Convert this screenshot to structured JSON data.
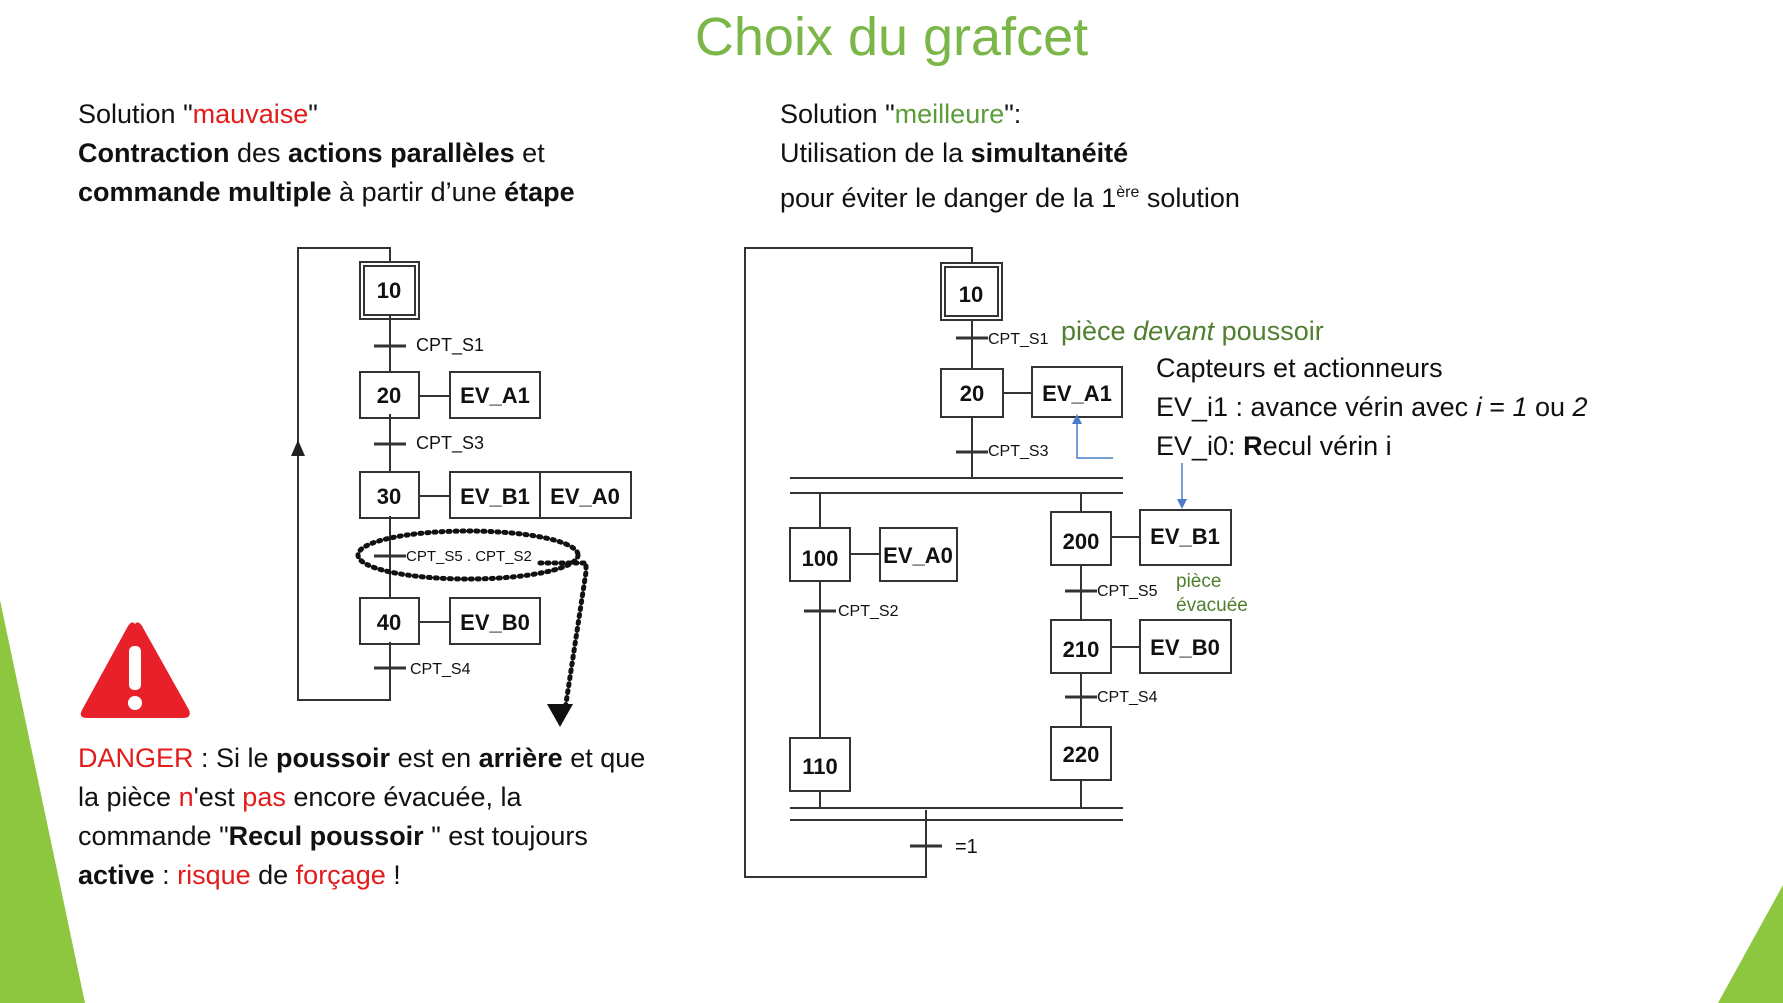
{
  "title": "Choix du grafcet",
  "left": {
    "line1_pre": "Solution \"",
    "line1_word": "mauvaise",
    "line1_post": "\"",
    "line2": [
      "Contraction",
      " des ",
      "actions parallèles",
      " et"
    ],
    "line3": [
      "commande multiple",
      " à partir d’une ",
      "étape"
    ]
  },
  "right": {
    "line1_pre": "Solution \"",
    "line1_word": "meilleure",
    "line1_post": "\":",
    "line2_pre": "Utilisation de la ",
    "line2_bold": "simultanéité",
    "line3_pre": "pour éviter le danger de la 1",
    "line3_sup": "ère",
    "line3_post": " solution"
  },
  "danger": {
    "l1": [
      "DANGER",
      " :  Si le ",
      "poussoir",
      " est en ",
      "arrière",
      " et que"
    ],
    "l2": [
      "la pièce ",
      "n",
      "'est ",
      "pas",
      " encore évacuée, la"
    ],
    "l3": [
      "commande \"",
      "Recul poussoir",
      " \" est toujours"
    ],
    "l4": [
      "active",
      " : ",
      "risque",
      " de ",
      "forçage",
      " !"
    ]
  },
  "grafcet_left": {
    "steps": [
      "10",
      "20",
      "30",
      "40"
    ],
    "actions": [
      "EV_A1",
      "EV_B1",
      "EV_A0",
      "EV_B0"
    ],
    "transitions": [
      "CPT_S1",
      "CPT_S3",
      "CPT_S5 . CPT_S2",
      "CPT_S4"
    ]
  },
  "grafcet_right": {
    "steps": [
      "10",
      "20",
      "100",
      "110",
      "200",
      "210",
      "220"
    ],
    "actions": [
      "EV_A1",
      "EV_A0",
      "EV_B1",
      "EV_B0"
    ],
    "transitions": [
      "CPT_S1",
      "CPT_S3",
      "CPT_S2",
      "CPT_S5",
      "CPT_S4",
      "=1"
    ]
  },
  "annotations": {
    "piece_pre": "pièce ",
    "piece_it": "devant",
    "piece_post": " poussoir",
    "capteurs": "Capteurs et actionneurs",
    "ev_i1_pre": "EV_i1 : avance vérin avec ",
    "ev_i1_i": "i",
    "ev_i1_eq": " = ",
    "ev_i1_1": "1",
    "ev_i1_ou": " ou ",
    "ev_i1_2": "2",
    "ev_i0_pre": "EV_i0: ",
    "ev_i0_R": "R",
    "ev_i0_post": "ecul vérin i",
    "piece_evacuee_1": "pièce",
    "piece_evacuee_2": "évacuée"
  },
  "colors": {
    "title": "#7ab648",
    "danger": "#e31b1b",
    "good": "#5a9e3a",
    "arrow": "#4a7cc9",
    "accent": "#8dc63f"
  }
}
